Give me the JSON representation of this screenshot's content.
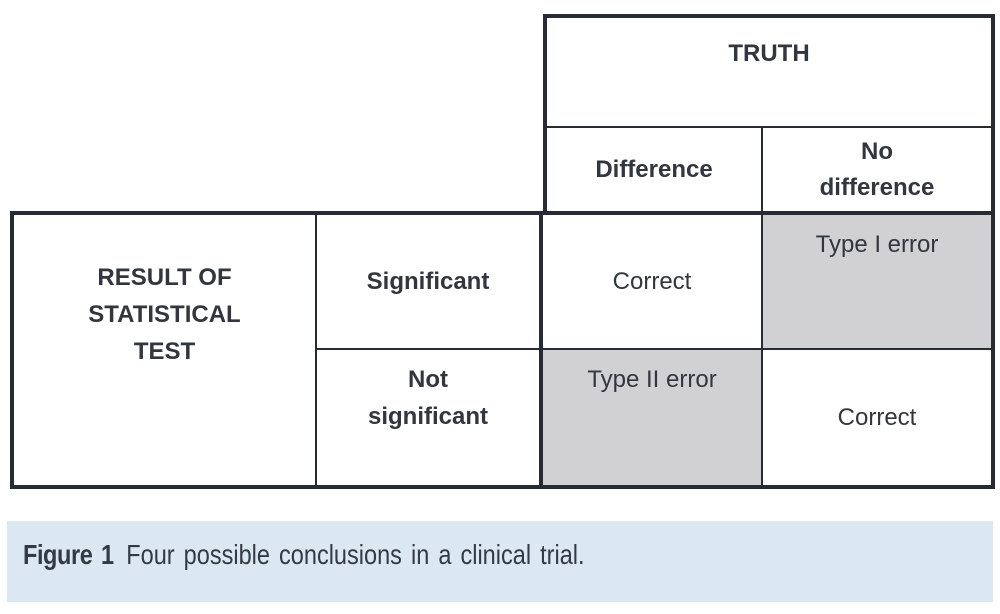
{
  "figure": {
    "table": {
      "truth_label": "TRUTH",
      "col_headers": [
        "Difference",
        "No difference"
      ],
      "row_group_label": "RESULT OF STATISTICAL TEST",
      "row_headers": [
        "Significant",
        "Not significant"
      ],
      "cells": {
        "significant_difference": "Correct",
        "significant_no_difference": "Type I error",
        "not_significant_difference": "Type II error",
        "not_significant_no_difference": "Correct"
      }
    },
    "caption": {
      "label": "Figure 1",
      "text": "Four possible conclusions in a clinical trial."
    },
    "colors": {
      "border": "#272b34",
      "table_text": "#32363e",
      "error_cell_highlight": "#d1d1d3",
      "caption_background": "#dce8f1",
      "caption_text": "#333a46"
    }
  }
}
